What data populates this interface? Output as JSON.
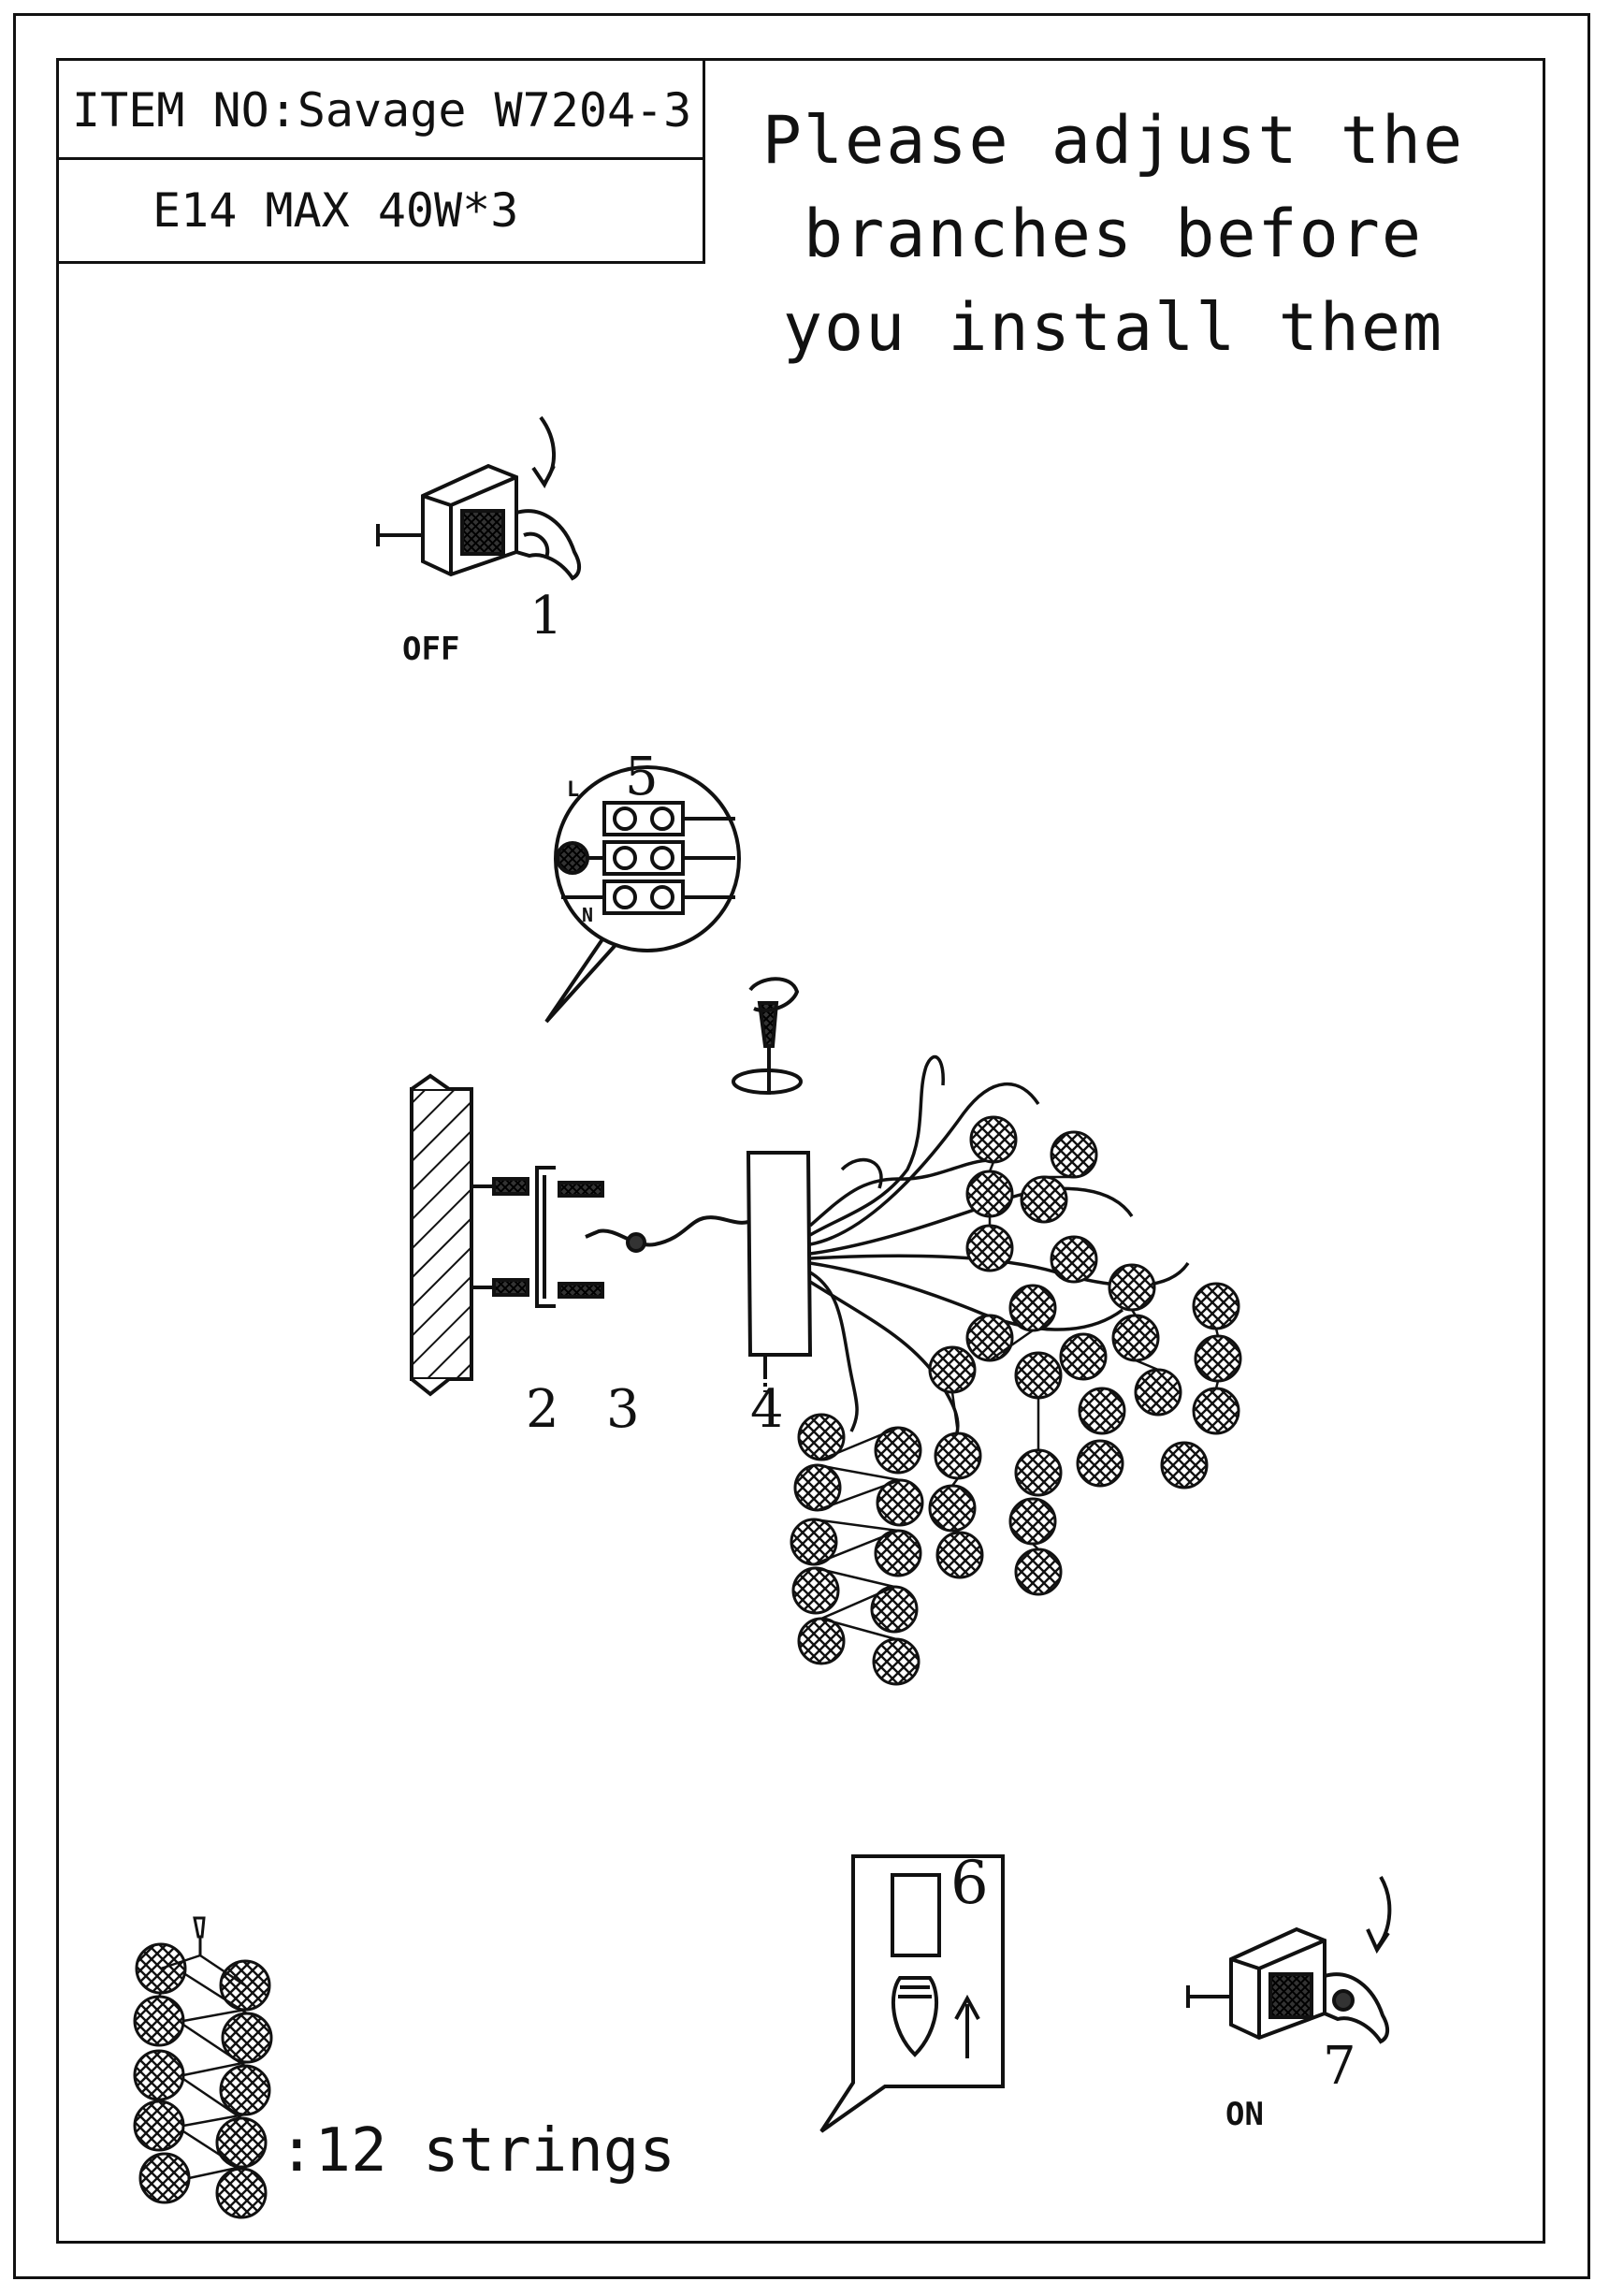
{
  "spec": {
    "item_no": "ITEM NO:Savage W7204-3",
    "bulb": "E14 MAX 40W*3"
  },
  "note": {
    "line1": "Please adjust the",
    "line2": "branches before",
    "line3": "you install them"
  },
  "steps": {
    "s1": "1",
    "s2": "2",
    "s3": "3",
    "s4": "4",
    "s5": "5",
    "s6": "6",
    "s7": "7"
  },
  "switch_off": "OFF",
  "switch_on": "ON",
  "strings_label": ":12 strings",
  "terminal_marks": {
    "live": "L",
    "neutral": "N"
  }
}
